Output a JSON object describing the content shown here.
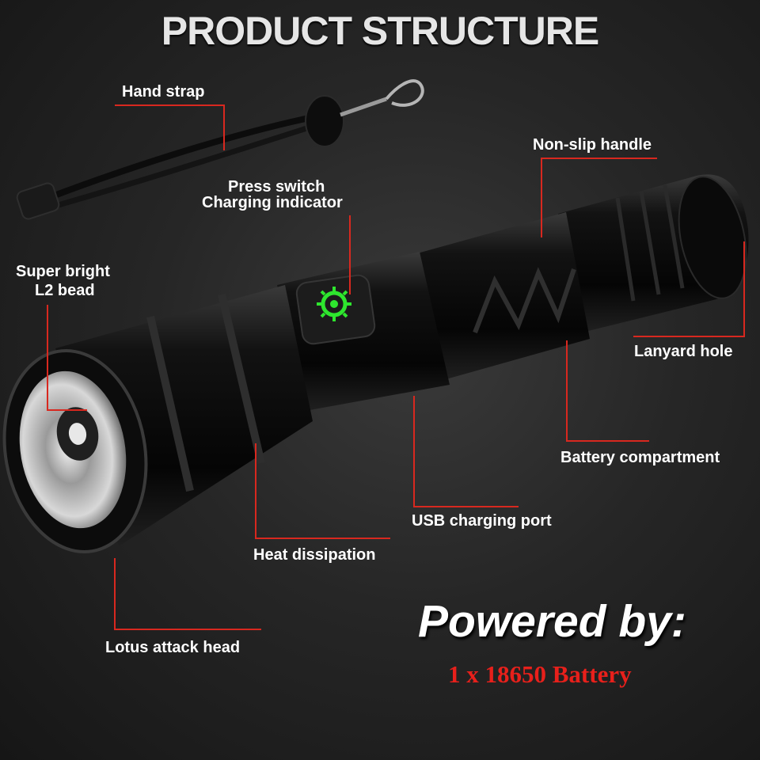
{
  "title": "PRODUCT STRUCTURE",
  "labels": {
    "hand_strap": "Hand strap",
    "non_slip_handle": "Non-slip handle",
    "press_switch": "Press switch",
    "charging_indicator": "Charging indicator",
    "super_bright": "Super bright",
    "l2_bead": "L2 bead",
    "lanyard_hole": "Lanyard hole",
    "battery_compartment": "Battery compartment",
    "usb_charging_port": "USB charging port",
    "heat_dissipation": "Heat dissipation",
    "lotus_attack_head": "Lotus attack head"
  },
  "powered_by": "Powered by:",
  "battery": "1 x 18650 Battery",
  "colors": {
    "leader_line": "#d8281f",
    "indicator_green": "#2ee62e",
    "battery_text": "#e8201b",
    "body_metal": "#0d0d0d"
  }
}
